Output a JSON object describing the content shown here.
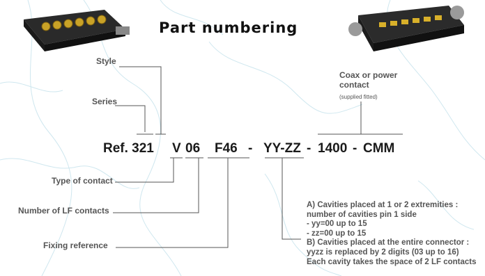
{
  "title": "Part numbering",
  "labels": {
    "style": "Style",
    "series": "Series",
    "type_of_contact": "Type of contact",
    "number_of_lf_contacts": "Number of LF contacts",
    "fixing_reference": "Fixing reference",
    "coax_or_power_contact": "Coax or power contact",
    "supplied_fitted": "(supplied fitted)"
  },
  "part_number": {
    "prefix": "Ref. 321",
    "style_code": "V",
    "contacts_code": "06",
    "fixing_code": "F46",
    "sep1": "-",
    "cavities_code": "YY-ZZ",
    "sep2": "-",
    "coax_code": "1400",
    "sep3": "-",
    "cmm_code": "CMM"
  },
  "notes": [
    "A) Cavities placed at 1 or 2 extremities :",
    "number of cavities pin 1 side",
    "- yy=00 up to 15",
    "- zz=00 up to 15",
    "B) Cavities placed at the entire connector :",
    "yyzz is replaced by 2 digits (03 up to 16)",
    "Each cavity takes the space of 2 LF contacts"
  ]
}
